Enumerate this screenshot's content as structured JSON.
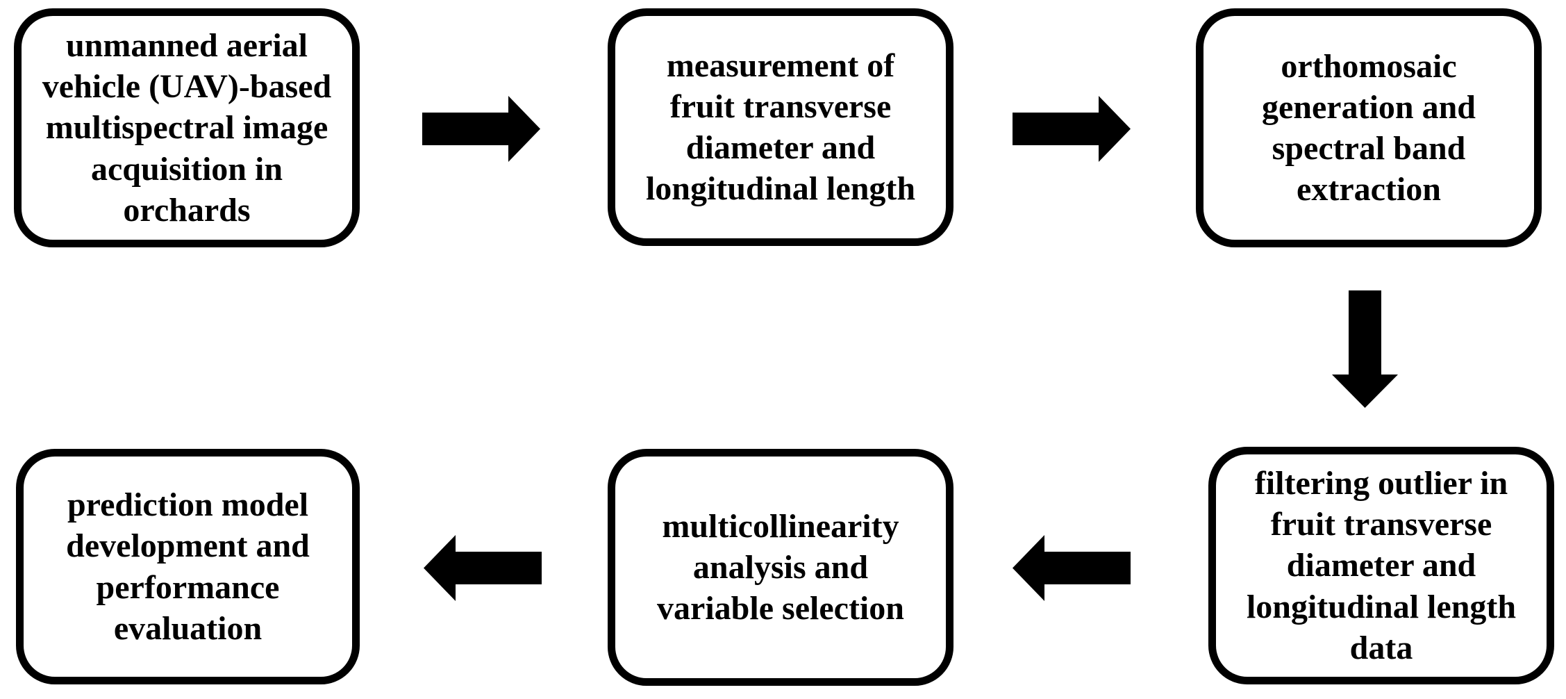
{
  "figure": {
    "type": "flowchart",
    "background_color": "#ffffff",
    "node_fill_color": "#ffffff",
    "node_border_color": "#000000",
    "text_color": "#000000",
    "arrow_color": "#000000",
    "nodes": [
      {
        "id": "uav-image-acquisition",
        "label": "unmanned aerial\nvehicle (UAV)-based\nmultispectral image\nacquisition in\norchards"
      },
      {
        "id": "fruit-measurement",
        "label": "measurement of\nfruit transverse\ndiameter and\nlongitudinal length"
      },
      {
        "id": "orthomosaic-extraction",
        "label": "orthomosaic\ngeneration and\nspectral band\nextraction"
      },
      {
        "id": "outlier-filtering",
        "label": "filtering outlier in\nfruit transverse\ndiameter and\nlongitudinal length\ndata"
      },
      {
        "id": "multicollinearity-analysis",
        "label": "multicollinearity\nanalysis and\nvariable selection"
      },
      {
        "id": "prediction-model",
        "label": "prediction model\ndevelopment and\nperformance\nevaluation"
      }
    ],
    "arrows": [
      {
        "from": "uav-image-acquisition",
        "to": "fruit-measurement",
        "direction": "right"
      },
      {
        "from": "fruit-measurement",
        "to": "orthomosaic-extraction",
        "direction": "right"
      },
      {
        "from": "orthomosaic-extraction",
        "to": "outlier-filtering",
        "direction": "down"
      },
      {
        "from": "outlier-filtering",
        "to": "multicollinearity-analysis",
        "direction": "left"
      },
      {
        "from": "multicollinearity-analysis",
        "to": "prediction-model",
        "direction": "left"
      }
    ]
  }
}
